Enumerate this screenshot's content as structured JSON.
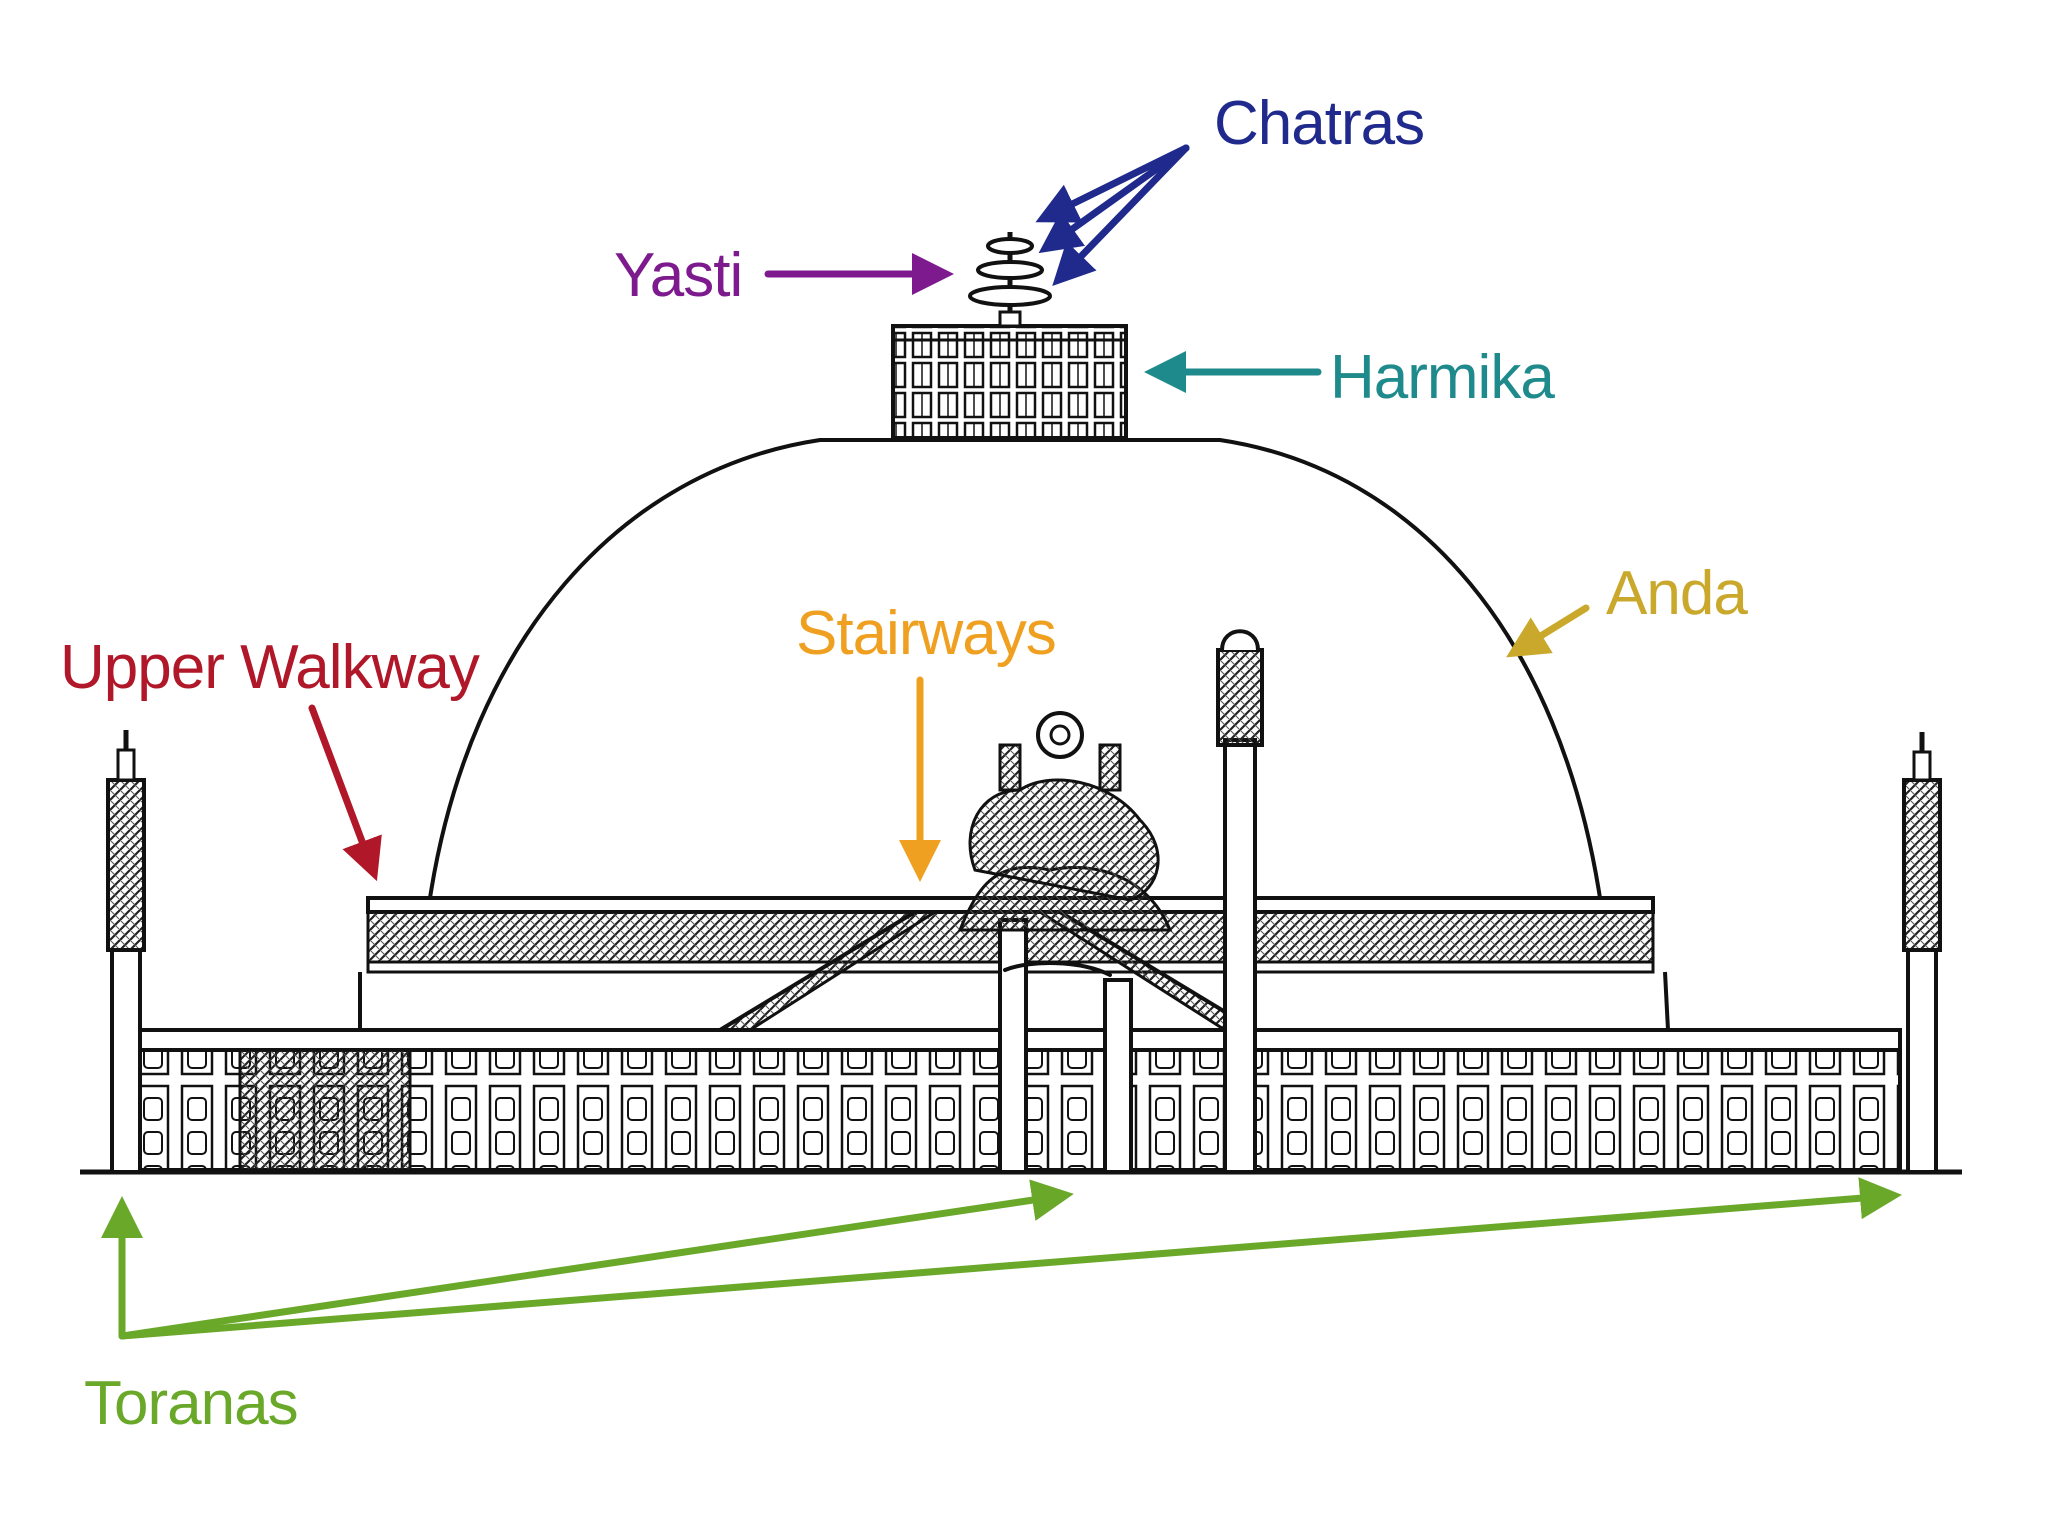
{
  "labels": {
    "chatras": "Chatras",
    "yasti": "Yasti",
    "harmika": "Harmika",
    "anda": "Anda",
    "stairways": "Stairways",
    "upper_walkway": "Upper Walkway",
    "toranas": "Toranas"
  },
  "colors": {
    "chatras": "#1f2a8c",
    "yasti": "#7d1a8e",
    "harmika": "#1f8a8c",
    "anda": "#c9a82c",
    "stairways": "#f0a020",
    "upper_walkway": "#b0182a",
    "toranas": "#6aa82a",
    "ink": "#111111"
  }
}
